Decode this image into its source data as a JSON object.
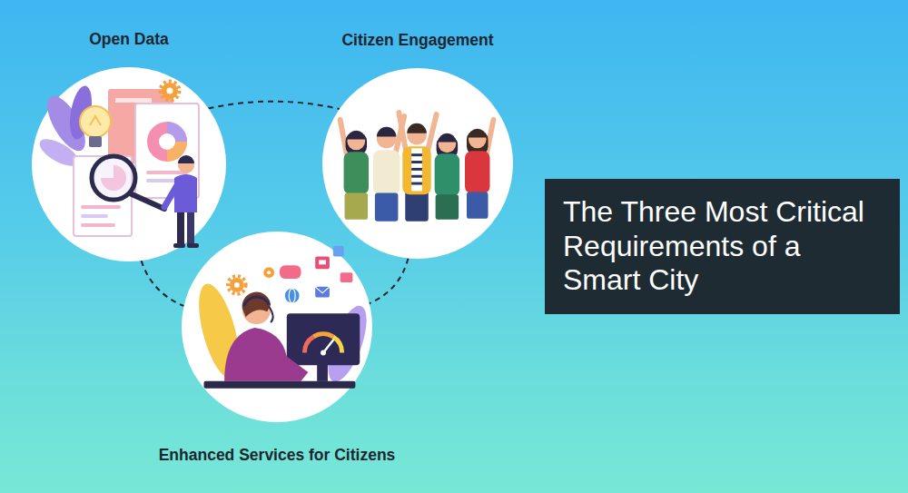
{
  "diagram": {
    "title": "The Three Most Critical Requirements of a Smart City",
    "nodes": [
      {
        "text": [
          "Open Data"
        ]
      },
      {
        "text": [
          "Citizen Engagement"
        ]
      },
      {
        "text": [
          "Enhanced Services for Citizens"
        ]
      }
    ],
    "edges": [
      {
        "from": 0,
        "to": 1,
        "arrow": "none"
      },
      {
        "from": 0,
        "to": 2,
        "arrow": "none"
      },
      {
        "from": 1,
        "to": 2,
        "arrow": "none"
      }
    ]
  }
}
